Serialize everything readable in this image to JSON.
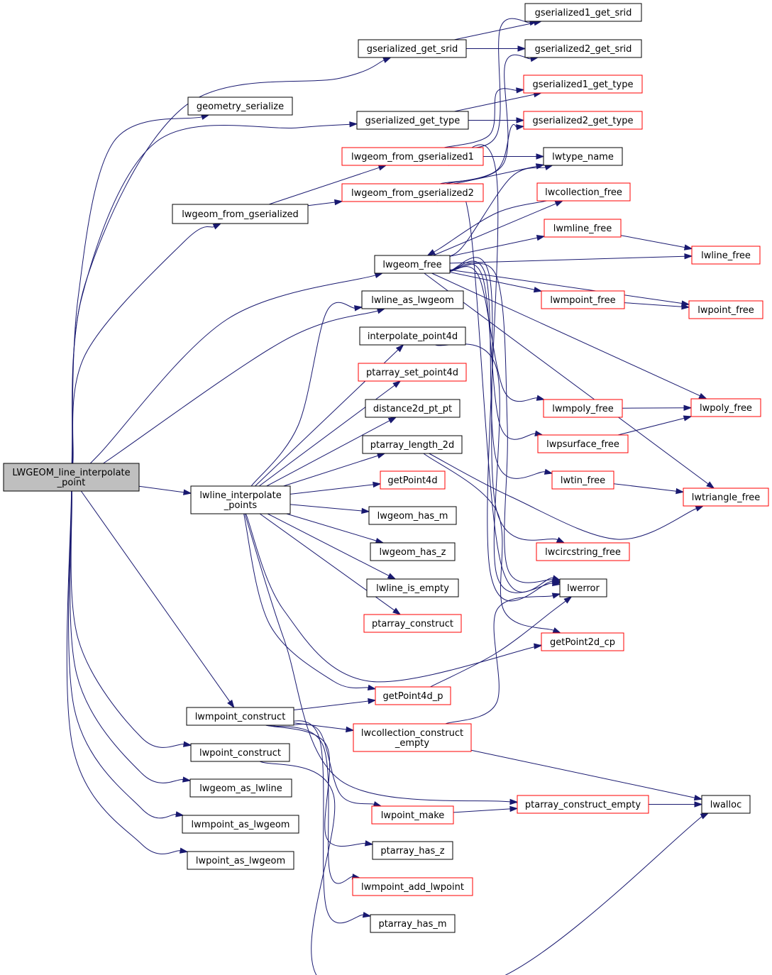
{
  "colors": {
    "edge": "#191970",
    "node_fill": "#ffffff",
    "node_border": "#000000",
    "node_border_external": "#ff0000",
    "root_fill": "#bfbfbf"
  },
  "nodes": {
    "root": {
      "lines": [
        "LWGEOM_line_interpolate",
        "_point"
      ],
      "style": "root"
    },
    "geometry_serialize": {
      "lines": [
        "geometry_serialize"
      ],
      "style": "normal"
    },
    "gserialized_get_srid": {
      "lines": [
        "gserialized_get_srid"
      ],
      "style": "normal"
    },
    "gserialized_get_type": {
      "lines": [
        "gserialized_get_type"
      ],
      "style": "normal"
    },
    "lwgeom_from_gserialized": {
      "lines": [
        "lwgeom_from_gserialized"
      ],
      "style": "normal"
    },
    "lwgeom_from_gserialized1": {
      "lines": [
        "lwgeom_from_gserialized1"
      ],
      "style": "red"
    },
    "lwgeom_from_gserialized2": {
      "lines": [
        "lwgeom_from_gserialized2"
      ],
      "style": "red"
    },
    "lwgeom_free": {
      "lines": [
        "lwgeom_free"
      ],
      "style": "normal"
    },
    "lwline_as_lwgeom": {
      "lines": [
        "lwline_as_lwgeom"
      ],
      "style": "normal"
    },
    "interpolate_point4d": {
      "lines": [
        "interpolate_point4d"
      ],
      "style": "normal"
    },
    "ptarray_set_point4d": {
      "lines": [
        "ptarray_set_point4d"
      ],
      "style": "red"
    },
    "distance2d_pt_pt": {
      "lines": [
        "distance2d_pt_pt"
      ],
      "style": "normal"
    },
    "ptarray_length_2d": {
      "lines": [
        "ptarray_length_2d"
      ],
      "style": "normal"
    },
    "getPoint4d": {
      "lines": [
        "getPoint4d"
      ],
      "style": "red"
    },
    "lwgeom_has_m": {
      "lines": [
        "lwgeom_has_m"
      ],
      "style": "normal"
    },
    "lwgeom_has_z": {
      "lines": [
        "lwgeom_has_z"
      ],
      "style": "normal"
    },
    "lwline_is_empty": {
      "lines": [
        "lwline_is_empty"
      ],
      "style": "normal"
    },
    "ptarray_construct": {
      "lines": [
        "ptarray_construct"
      ],
      "style": "red"
    },
    "lwline_interpolate_points": {
      "lines": [
        "lwline_interpolate",
        "_points"
      ],
      "style": "normal"
    },
    "getPoint4d_p": {
      "lines": [
        "getPoint4d_p"
      ],
      "style": "red"
    },
    "lwmpoint_construct": {
      "lines": [
        "lwmpoint_construct"
      ],
      "style": "normal"
    },
    "lwcollection_construct_empty": {
      "lines": [
        "lwcollection_construct",
        "_empty"
      ],
      "style": "red"
    },
    "lwpoint_construct": {
      "lines": [
        "lwpoint_construct"
      ],
      "style": "normal"
    },
    "lwgeom_as_lwline": {
      "lines": [
        "lwgeom_as_lwline"
      ],
      "style": "normal"
    },
    "lwmpoint_as_lwgeom": {
      "lines": [
        "lwmpoint_as_lwgeom"
      ],
      "style": "normal"
    },
    "lwpoint_as_lwgeom": {
      "lines": [
        "lwpoint_as_lwgeom"
      ],
      "style": "normal"
    },
    "lwpoint_make": {
      "lines": [
        "lwpoint_make"
      ],
      "style": "red"
    },
    "ptarray_has_z": {
      "lines": [
        "ptarray_has_z"
      ],
      "style": "normal"
    },
    "lwmpoint_add_lwpoint": {
      "lines": [
        "lwmpoint_add_lwpoint"
      ],
      "style": "red"
    },
    "ptarray_has_m": {
      "lines": [
        "ptarray_has_m"
      ],
      "style": "normal"
    },
    "gserialized1_get_srid": {
      "lines": [
        "gserialized1_get_srid"
      ],
      "style": "normal"
    },
    "gserialized2_get_srid": {
      "lines": [
        "gserialized2_get_srid"
      ],
      "style": "normal"
    },
    "gserialized1_get_type": {
      "lines": [
        "gserialized1_get_type"
      ],
      "style": "red"
    },
    "gserialized2_get_type": {
      "lines": [
        "gserialized2_get_type"
      ],
      "style": "red"
    },
    "lwtype_name": {
      "lines": [
        "lwtype_name"
      ],
      "style": "normal"
    },
    "lwcollection_free": {
      "lines": [
        "lwcollection_free"
      ],
      "style": "red"
    },
    "lwmline_free": {
      "lines": [
        "lwmline_free"
      ],
      "style": "red"
    },
    "lwmpoint_free": {
      "lines": [
        "lwmpoint_free"
      ],
      "style": "red"
    },
    "lwmpoly_free": {
      "lines": [
        "lwmpoly_free"
      ],
      "style": "red"
    },
    "lwpsurface_free": {
      "lines": [
        "lwpsurface_free"
      ],
      "style": "red"
    },
    "lwtin_free": {
      "lines": [
        "lwtin_free"
      ],
      "style": "red"
    },
    "lwcircstring_free": {
      "lines": [
        "lwcircstring_free"
      ],
      "style": "red"
    },
    "lwerror": {
      "lines": [
        "lwerror"
      ],
      "style": "normal"
    },
    "getPoint2d_cp": {
      "lines": [
        "getPoint2d_cp"
      ],
      "style": "red"
    },
    "ptarray_construct_empty": {
      "lines": [
        "ptarray_construct_empty"
      ],
      "style": "red"
    },
    "lwline_free": {
      "lines": [
        "lwline_free"
      ],
      "style": "red"
    },
    "lwpoint_free": {
      "lines": [
        "lwpoint_free"
      ],
      "style": "red"
    },
    "lwpoly_free": {
      "lines": [
        "lwpoly_free"
      ],
      "style": "red"
    },
    "lwtriangle_free": {
      "lines": [
        "lwtriangle_free"
      ],
      "style": "red"
    },
    "lwalloc": {
      "lines": [
        "lwalloc"
      ],
      "style": "normal"
    }
  },
  "edges": [
    [
      "root",
      "geometry_serialize"
    ],
    [
      "root",
      "gserialized_get_srid"
    ],
    [
      "root",
      "gserialized_get_type"
    ],
    [
      "root",
      "lwgeom_from_gserialized"
    ],
    [
      "root",
      "lwgeom_free"
    ],
    [
      "root",
      "lwline_as_lwgeom"
    ],
    [
      "root",
      "lwline_interpolate_points"
    ],
    [
      "root",
      "lwmpoint_construct"
    ],
    [
      "root",
      "lwpoint_construct"
    ],
    [
      "root",
      "lwgeom_as_lwline"
    ],
    [
      "root",
      "lwmpoint_as_lwgeom"
    ],
    [
      "root",
      "lwpoint_as_lwgeom"
    ],
    [
      "gserialized_get_srid",
      "gserialized1_get_srid"
    ],
    [
      "gserialized_get_srid",
      "gserialized2_get_srid"
    ],
    [
      "gserialized_get_type",
      "gserialized1_get_type"
    ],
    [
      "gserialized_get_type",
      "gserialized2_get_type"
    ],
    [
      "lwgeom_from_gserialized",
      "lwgeom_from_gserialized1"
    ],
    [
      "lwgeom_from_gserialized",
      "lwgeom_from_gserialized2"
    ],
    [
      "lwgeom_from_gserialized1",
      "gserialized1_get_srid"
    ],
    [
      "lwgeom_from_gserialized1",
      "gserialized1_get_type"
    ],
    [
      "lwgeom_from_gserialized1",
      "lwtype_name"
    ],
    [
      "lwgeom_from_gserialized1",
      "lwerror"
    ],
    [
      "lwgeom_from_gserialized2",
      "gserialized2_get_srid"
    ],
    [
      "lwgeom_from_gserialized2",
      "gserialized2_get_type"
    ],
    [
      "lwgeom_from_gserialized2",
      "lwtype_name"
    ],
    [
      "lwgeom_from_gserialized2",
      "lwerror"
    ],
    [
      "lwgeom_free",
      "lwcollection_free"
    ],
    [
      "lwgeom_free",
      "lwmline_free"
    ],
    [
      "lwgeom_free",
      "lwline_free"
    ],
    [
      "lwgeom_free",
      "lwmpoint_free"
    ],
    [
      "lwgeom_free",
      "lwpoint_free"
    ],
    [
      "lwgeom_free",
      "lwmpoly_free"
    ],
    [
      "lwgeom_free",
      "lwpoly_free"
    ],
    [
      "lwgeom_free",
      "lwpsurface_free"
    ],
    [
      "lwgeom_free",
      "lwtin_free"
    ],
    [
      "lwgeom_free",
      "lwtriangle_free"
    ],
    [
      "lwgeom_free",
      "lwcircstring_free"
    ],
    [
      "lwgeom_free",
      "lwtype_name"
    ],
    [
      "lwgeom_free",
      "lwerror"
    ],
    [
      "lwcollection_free",
      "lwgeom_free"
    ],
    [
      "lwmline_free",
      "lwline_free"
    ],
    [
      "lwmpoint_free",
      "lwpoint_free"
    ],
    [
      "lwmpoly_free",
      "lwpoly_free"
    ],
    [
      "lwpsurface_free",
      "lwpoly_free"
    ],
    [
      "lwtin_free",
      "lwtriangle_free"
    ],
    [
      "lwline_interpolate_points",
      "lwline_as_lwgeom"
    ],
    [
      "lwline_interpolate_points",
      "interpolate_point4d"
    ],
    [
      "lwline_interpolate_points",
      "ptarray_set_point4d"
    ],
    [
      "lwline_interpolate_points",
      "distance2d_pt_pt"
    ],
    [
      "lwline_interpolate_points",
      "ptarray_length_2d"
    ],
    [
      "lwline_interpolate_points",
      "getPoint4d"
    ],
    [
      "lwline_interpolate_points",
      "lwgeom_has_m"
    ],
    [
      "lwline_interpolate_points",
      "lwgeom_has_z"
    ],
    [
      "lwline_interpolate_points",
      "lwline_is_empty"
    ],
    [
      "lwline_interpolate_points",
      "ptarray_construct"
    ],
    [
      "lwline_interpolate_points",
      "getPoint4d_p"
    ],
    [
      "lwline_interpolate_points",
      "getPoint2d_cp"
    ],
    [
      "lwline_interpolate_points",
      "ptarray_construct_empty"
    ],
    [
      "interpolate_point4d",
      "lwerror"
    ],
    [
      "ptarray_length_2d",
      "lwtriangle_free"
    ],
    [
      "ptarray_length_2d",
      "getPoint2d_cp"
    ],
    [
      "getPoint4d_p",
      "lwerror"
    ],
    [
      "lwmpoint_construct",
      "getPoint4d_p"
    ],
    [
      "lwmpoint_construct",
      "lwcollection_construct_empty"
    ],
    [
      "lwmpoint_construct",
      "lwpoint_make"
    ],
    [
      "lwmpoint_construct",
      "ptarray_has_z"
    ],
    [
      "lwmpoint_construct",
      "lwmpoint_add_lwpoint"
    ],
    [
      "lwmpoint_construct",
      "ptarray_has_m"
    ],
    [
      "lwcollection_construct_empty",
      "lwerror"
    ],
    [
      "lwcollection_construct_empty",
      "lwalloc"
    ],
    [
      "lwpoint_construct",
      "lwalloc"
    ],
    [
      "lwpoint_make",
      "ptarray_construct_empty"
    ],
    [
      "ptarray_construct_empty",
      "lwalloc"
    ]
  ]
}
